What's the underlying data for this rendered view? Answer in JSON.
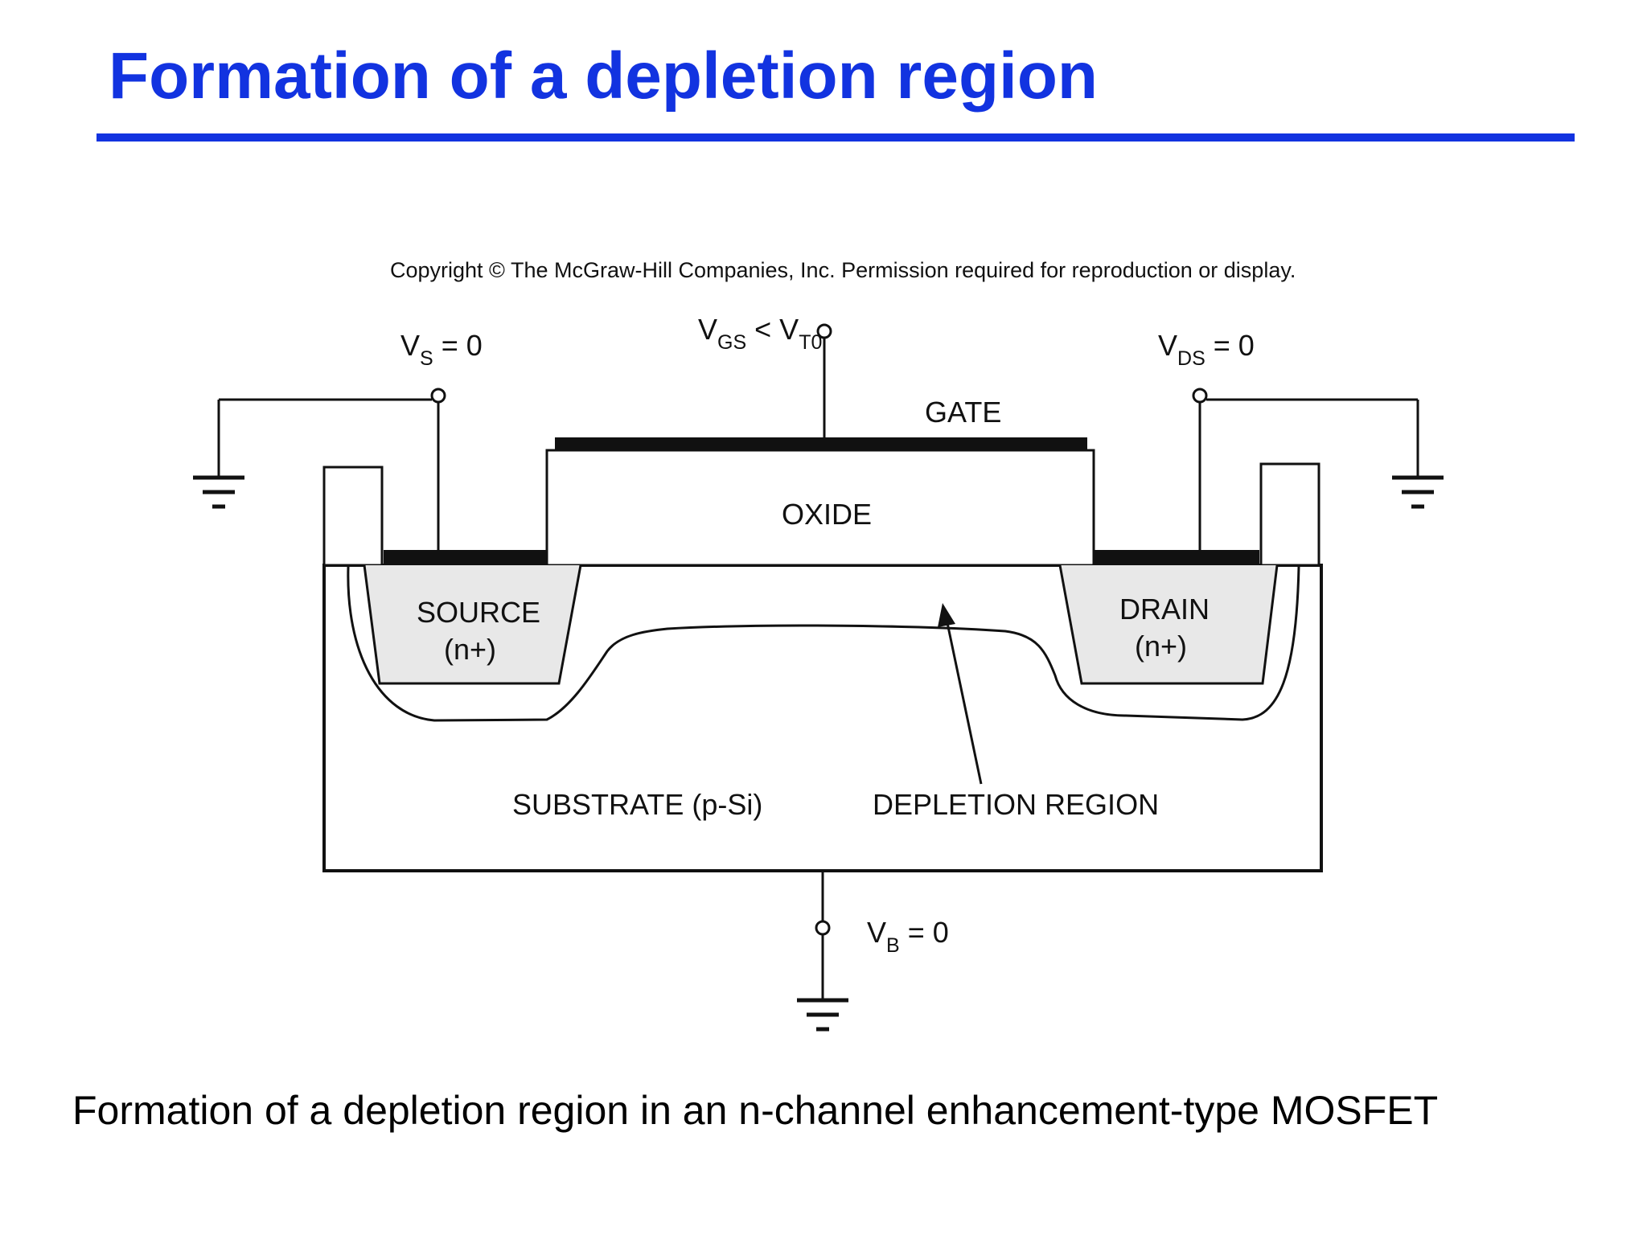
{
  "slide": {
    "title": "Formation of a depletion region",
    "caption": "Formation of a depletion region in an n-channel enhancement-type MOSFET"
  },
  "diagram": {
    "copyright": "Copyright © The McGraw-Hill Companies, Inc. Permission required for reproduction or display.",
    "vs": {
      "v": "V",
      "sub": "S",
      "rest": " = 0"
    },
    "vgs": {
      "v1": "V",
      "sub1": "GS",
      "mid": " < V",
      "sub2": "T0"
    },
    "vds": {
      "v": "V",
      "sub": "DS",
      "rest": " = 0"
    },
    "vb": {
      "v": "V",
      "sub": "B",
      "rest": " = 0"
    },
    "gate": "GATE",
    "oxide": "OXIDE",
    "source": {
      "name": "SOURCE",
      "type": "(n+)"
    },
    "drain": {
      "name": "DRAIN",
      "type": "(n+)"
    },
    "substrate": "SUBSTRATE (p-Si)",
    "depletion": "DEPLETION REGION"
  },
  "colors": {
    "title": "#1233e0",
    "rule": "#1233e0"
  }
}
